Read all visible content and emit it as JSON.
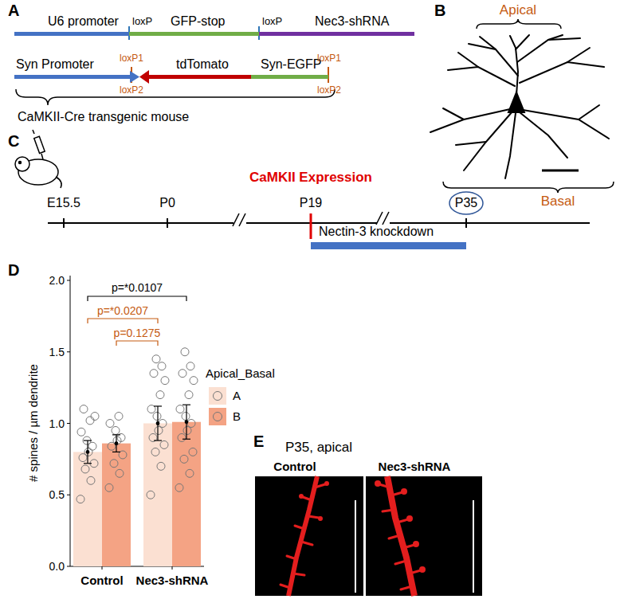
{
  "diagram": {
    "nodes": [
      {
        "text": [
          "U6 promoter"
        ]
      },
      {
        "text": [
          "GFP-stop"
        ]
      },
      {
        "text": [
          "Nec3-shRNA"
        ]
      },
      {
        "text": [
          "Syn Promoter"
        ]
      },
      {
        "text": [
          "tdTomato"
        ]
      },
      {
        "text": [
          "Syn-EGFP"
        ]
      },
      {
        "text": [
          "Nectin-3 knockdown"
        ]
      }
    ],
    "labels": [
      "A",
      "loxP",
      "loxP",
      "loxP1",
      "loxP2",
      "loxP1",
      "loxP2",
      "CaMKII-Cre transgenic mouse",
      "B",
      "Apical",
      "Basal",
      "C",
      "CaMKII Expression",
      "E15.5",
      "P0",
      "P19",
      "P35",
      "D",
      "p=*0.0107",
      "p=*0.0207",
      "p=0.1275",
      "2.0",
      "1.5",
      "1.0",
      "0.5",
      "0.0",
      "# spines / µm dendrite",
      "Apical_Basal",
      "Control",
      "Nec3-shRNA",
      "E",
      "P35, apical",
      "Control",
      "Nec3-shRNA"
    ],
    "legend": [
      {
        "text": "A",
        "color": "#fbe0d2"
      },
      {
        "text": "B",
        "color": "#f4a384"
      }
    ]
  }
}
